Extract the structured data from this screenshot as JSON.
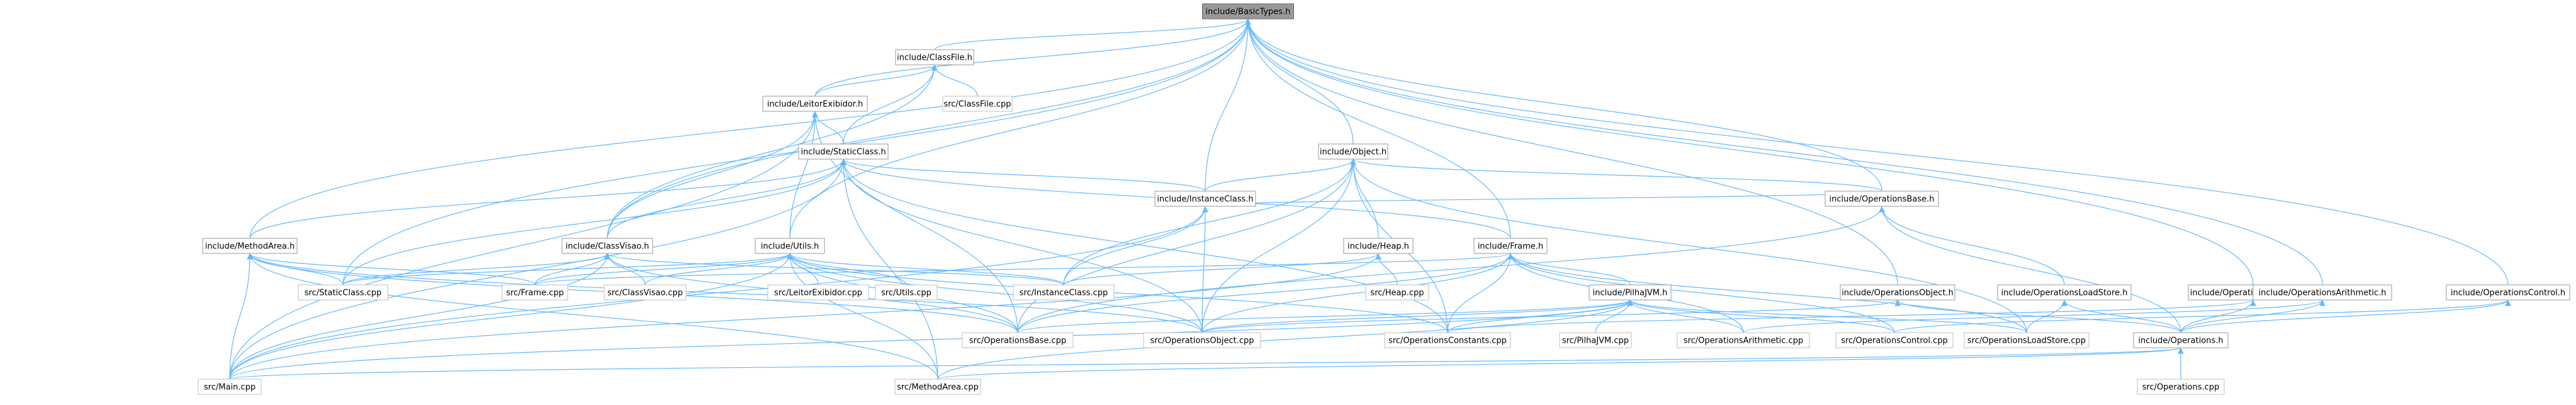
{
  "colors": {
    "root_fill": "#999999",
    "edge": "#63b8ff",
    "node_border": "#999999",
    "node_fill": "#ffffff"
  },
  "nodes": [
    {
      "id": "basictypes",
      "label": "include/BasicTypes.h",
      "kind": "root"
    },
    {
      "id": "classfile_h",
      "label": "include/ClassFile.h",
      "kind": "header"
    },
    {
      "id": "leitor_h",
      "label": "include/LeitorExibidor.h",
      "kind": "header"
    },
    {
      "id": "classfile_cpp",
      "label": "src/ClassFile.cpp",
      "kind": "source"
    },
    {
      "id": "staticclass_h",
      "label": "include/StaticClass.h",
      "kind": "header"
    },
    {
      "id": "object_h",
      "label": "include/Object.h",
      "kind": "header"
    },
    {
      "id": "instanceclass_h",
      "label": "include/InstanceClass.h",
      "kind": "header"
    },
    {
      "id": "methodarea_h",
      "label": "include/MethodArea.h",
      "kind": "header"
    },
    {
      "id": "classvisao_h",
      "label": "include/ClassVisao.h",
      "kind": "header"
    },
    {
      "id": "utils_h",
      "label": "include/Utils.h",
      "kind": "header"
    },
    {
      "id": "heap_h",
      "label": "include/Heap.h",
      "kind": "header"
    },
    {
      "id": "frame_h",
      "label": "include/Frame.h",
      "kind": "header"
    },
    {
      "id": "opsbase_h",
      "label": "include/OperationsBase.h",
      "kind": "header"
    },
    {
      "id": "pilhajvm_h",
      "label": "include/PilhaJVM.h",
      "kind": "header"
    },
    {
      "id": "opsobject_h",
      "label": "include/OperationsObject.h",
      "kind": "header"
    },
    {
      "id": "opsloadstore_h",
      "label": "include/OperationsLoadStore.h",
      "kind": "header"
    },
    {
      "id": "opsconstants_h",
      "label": "include/OperationsConstants.h",
      "kind": "header"
    },
    {
      "id": "opsarith_h",
      "label": "include/OperationsArithmetic.h",
      "kind": "header"
    },
    {
      "id": "opscontrol_h",
      "label": "include/OperationsControl.h",
      "kind": "header"
    },
    {
      "id": "operations_h",
      "label": "include/Operations.h",
      "kind": "header"
    },
    {
      "id": "staticclass_cpp",
      "label": "src/StaticClass.cpp",
      "kind": "source"
    },
    {
      "id": "frame_cpp",
      "label": "src/Frame.cpp",
      "kind": "source"
    },
    {
      "id": "classvisao_cpp",
      "label": "src/ClassVisao.cpp",
      "kind": "source"
    },
    {
      "id": "leitor_cpp",
      "label": "src/LeitorExibidor.cpp",
      "kind": "source"
    },
    {
      "id": "utils_cpp",
      "label": "src/Utils.cpp",
      "kind": "source"
    },
    {
      "id": "instanceclass_cpp",
      "label": "src/InstanceClass.cpp",
      "kind": "source"
    },
    {
      "id": "heap_cpp",
      "label": "src/Heap.cpp",
      "kind": "source"
    },
    {
      "id": "opsbase_cpp",
      "label": "src/OperationsBase.cpp",
      "kind": "source"
    },
    {
      "id": "opsobject_cpp",
      "label": "src/OperationsObject.cpp",
      "kind": "source"
    },
    {
      "id": "opsconstants_cpp",
      "label": "src/OperationsConstants.cpp",
      "kind": "source"
    },
    {
      "id": "pilhajvm_cpp",
      "label": "src/PilhaJVM.cpp",
      "kind": "source"
    },
    {
      "id": "opsarith_cpp",
      "label": "src/OperationsArithmetic.cpp",
      "kind": "source"
    },
    {
      "id": "opscontrol_cpp",
      "label": "src/OperationsControl.cpp",
      "kind": "source"
    },
    {
      "id": "opsloadstore_cpp",
      "label": "src/OperationsLoadStore.cpp",
      "kind": "source"
    },
    {
      "id": "main_cpp",
      "label": "src/Main.cpp",
      "kind": "source"
    },
    {
      "id": "methodarea_cpp",
      "label": "src/MethodArea.cpp",
      "kind": "source"
    },
    {
      "id": "operations_cpp",
      "label": "src/Operations.cpp",
      "kind": "source"
    }
  ],
  "edges": [
    [
      "classfile_h",
      "basictypes"
    ],
    [
      "leitor_h",
      "basictypes"
    ],
    [
      "object_h",
      "basictypes"
    ],
    [
      "instanceclass_h",
      "basictypes"
    ],
    [
      "methodarea_h",
      "basictypes"
    ],
    [
      "classvisao_h",
      "basictypes"
    ],
    [
      "utils_h",
      "basictypes"
    ],
    [
      "frame_h",
      "basictypes"
    ],
    [
      "opsbase_h",
      "basictypes"
    ],
    [
      "opsobject_h",
      "basictypes"
    ],
    [
      "opsconstants_h",
      "basictypes"
    ],
    [
      "opsarith_h",
      "basictypes"
    ],
    [
      "opscontrol_h",
      "basictypes"
    ],
    [
      "staticclass_cpp",
      "basictypes"
    ],
    [
      "leitor_h",
      "classfile_h"
    ],
    [
      "classfile_cpp",
      "classfile_h"
    ],
    [
      "staticclass_h",
      "classfile_h"
    ],
    [
      "classvisao_h",
      "classfile_h"
    ],
    [
      "staticclass_h",
      "leitor_h"
    ],
    [
      "classvisao_h",
      "leitor_h"
    ],
    [
      "utils_h",
      "leitor_h"
    ],
    [
      "main_cpp",
      "leitor_h"
    ],
    [
      "opsbase_cpp",
      "leitor_h"
    ],
    [
      "instanceclass_h",
      "staticclass_h"
    ],
    [
      "methodarea_h",
      "staticclass_h"
    ],
    [
      "classvisao_h",
      "staticclass_h"
    ],
    [
      "frame_h",
      "staticclass_h"
    ],
    [
      "staticclass_cpp",
      "staticclass_h"
    ],
    [
      "opsobject_cpp",
      "staticclass_h"
    ],
    [
      "opsconstants_cpp",
      "staticclass_h"
    ],
    [
      "main_cpp",
      "staticclass_h"
    ],
    [
      "methodarea_cpp",
      "staticclass_h"
    ],
    [
      "instanceclass_h",
      "object_h"
    ],
    [
      "heap_h",
      "object_h"
    ],
    [
      "opsbase_h",
      "object_h"
    ],
    [
      "instanceclass_cpp",
      "object_h"
    ],
    [
      "opsbase_cpp",
      "object_h"
    ],
    [
      "opsobject_cpp",
      "object_h"
    ],
    [
      "opsconstants_cpp",
      "object_h"
    ],
    [
      "opsloadstore_cpp",
      "object_h"
    ],
    [
      "opsbase_h",
      "instanceclass_h"
    ],
    [
      "instanceclass_cpp",
      "instanceclass_h"
    ],
    [
      "opsobject_cpp",
      "instanceclass_h"
    ],
    [
      "main_cpp",
      "instanceclass_h"
    ],
    [
      "staticclass_cpp",
      "methodarea_h"
    ],
    [
      "frame_cpp",
      "methodarea_h"
    ],
    [
      "opsbase_cpp",
      "methodarea_h"
    ],
    [
      "opsobject_cpp",
      "methodarea_h"
    ],
    [
      "main_cpp",
      "methodarea_h"
    ],
    [
      "methodarea_cpp",
      "methodarea_h"
    ],
    [
      "staticclass_cpp",
      "classvisao_h"
    ],
    [
      "frame_cpp",
      "classvisao_h"
    ],
    [
      "classvisao_cpp",
      "classvisao_h"
    ],
    [
      "opsbase_cpp",
      "classvisao_h"
    ],
    [
      "instanceclass_cpp",
      "classvisao_h"
    ],
    [
      "main_cpp",
      "classvisao_h"
    ],
    [
      "staticclass_cpp",
      "utils_h"
    ],
    [
      "frame_cpp",
      "utils_h"
    ],
    [
      "classvisao_cpp",
      "utils_h"
    ],
    [
      "leitor_cpp",
      "utils_h"
    ],
    [
      "utils_cpp",
      "utils_h"
    ],
    [
      "instanceclass_cpp",
      "utils_h"
    ],
    [
      "opsbase_cpp",
      "utils_h"
    ],
    [
      "opsobject_cpp",
      "utils_h"
    ],
    [
      "opsconstants_cpp",
      "utils_h"
    ],
    [
      "main_cpp",
      "utils_h"
    ],
    [
      "methodarea_cpp",
      "utils_h"
    ],
    [
      "heap_cpp",
      "heap_h"
    ],
    [
      "instanceclass_cpp",
      "heap_h"
    ],
    [
      "main_cpp",
      "heap_h"
    ],
    [
      "pilhajvm_h",
      "frame_h"
    ],
    [
      "frame_cpp",
      "frame_h"
    ],
    [
      "opsbase_cpp",
      "frame_h"
    ],
    [
      "opsobject_cpp",
      "frame_h"
    ],
    [
      "opsconstants_cpp",
      "frame_h"
    ],
    [
      "opsarith_cpp",
      "frame_h"
    ],
    [
      "opscontrol_cpp",
      "frame_h"
    ],
    [
      "opsloadstore_cpp",
      "frame_h"
    ],
    [
      "opsloadstore_h",
      "opsbase_h"
    ],
    [
      "operations_h",
      "opsbase_h"
    ],
    [
      "opsbase_cpp",
      "opsbase_h"
    ],
    [
      "opsbase_cpp",
      "pilhajvm_h"
    ],
    [
      "opsobject_cpp",
      "pilhajvm_h"
    ],
    [
      "opsconstants_cpp",
      "pilhajvm_h"
    ],
    [
      "pilhajvm_cpp",
      "pilhajvm_h"
    ],
    [
      "opsarith_cpp",
      "pilhajvm_h"
    ],
    [
      "opscontrol_cpp",
      "pilhajvm_h"
    ],
    [
      "opsloadstore_cpp",
      "pilhajvm_h"
    ],
    [
      "main_cpp",
      "pilhajvm_h"
    ],
    [
      "methodarea_cpp",
      "pilhajvm_h"
    ],
    [
      "operations_h",
      "opsobject_h"
    ],
    [
      "opsobject_cpp",
      "opsobject_h"
    ],
    [
      "operations_h",
      "opsloadstore_h"
    ],
    [
      "opsloadstore_cpp",
      "opsloadstore_h"
    ],
    [
      "operations_h",
      "opsconstants_h"
    ],
    [
      "opsconstants_cpp",
      "opsconstants_h"
    ],
    [
      "operations_h",
      "opsarith_h"
    ],
    [
      "opsarith_cpp",
      "opsarith_h"
    ],
    [
      "operations_h",
      "opscontrol_h"
    ],
    [
      "opscontrol_cpp",
      "opscontrol_h"
    ],
    [
      "operations_cpp",
      "operations_h"
    ],
    [
      "main_cpp",
      "operations_h"
    ],
    [
      "methodarea_cpp",
      "operations_h"
    ]
  ]
}
